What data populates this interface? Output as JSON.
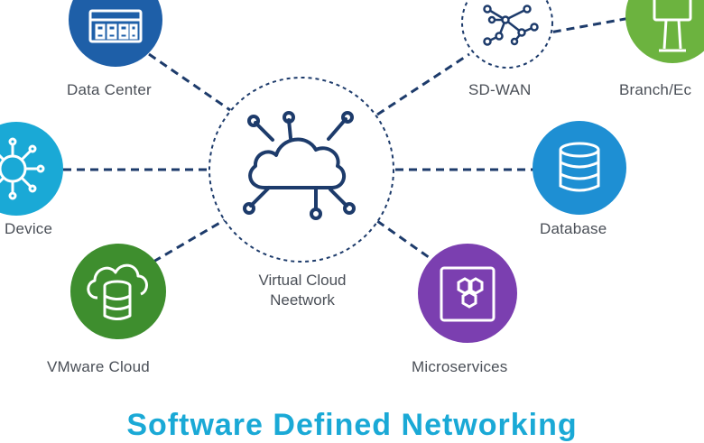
{
  "center": {
    "label_line1": "Virtual Cloud",
    "label_line2": "Neetwork",
    "icon": "cloud-network-icon"
  },
  "nodes": [
    {
      "id": "data-center",
      "label": "Data Center",
      "color": "#1e5fa8",
      "icon": "building-icon"
    },
    {
      "id": "sd-wan",
      "label": "SD-WAN",
      "color": "#ffffff",
      "icon": "network-graph-icon"
    },
    {
      "id": "branch-edge",
      "label": "Branch/Ec",
      "color": "#6cb33f",
      "icon": "kiosk-icon"
    },
    {
      "id": "device",
      "label": "Device",
      "color": "#1aa9d6",
      "icon": "device-hub-icon"
    },
    {
      "id": "database",
      "label": "Database",
      "color": "#1e8fd3",
      "icon": "database-icon"
    },
    {
      "id": "vmware-cloud",
      "label": "VMware Cloud",
      "color": "#3e8e2e",
      "icon": "cloud-database-icon"
    },
    {
      "id": "microservices",
      "label": "Microservices",
      "color": "#7b3fb0",
      "icon": "hexagons-icon"
    }
  ],
  "footer": {
    "title": "Software Defined Networking",
    "color": "#1aa9d6"
  },
  "colors": {
    "line": "#1d3b6b",
    "text": "#4a4f57"
  }
}
